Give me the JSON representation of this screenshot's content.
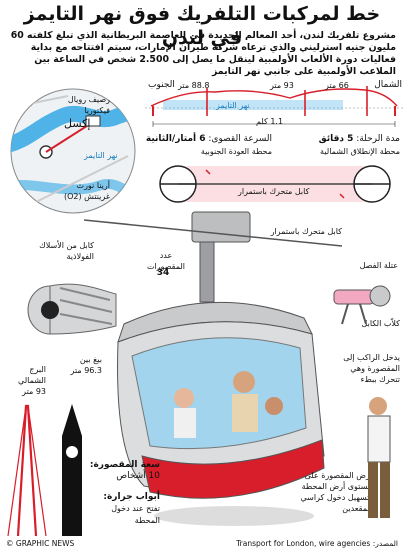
{
  "title": "خط لمركبات التلفريك فوق نهر التايمز في لندن",
  "intro": "مشروع تلفريك لندن، أحد المعالم الجديدة في العاصمة البريطانية الذي تبلغ كلفته 60 مليون جنيه استرليني والذي ترعاه شركة طيران الإمارات، سيتم افتتاحه مع بداية فعاليات دورة الألعاب الأولمبية لينقل ما يصل إلى 2.500 شخص في الساعة بين الملاعب الأولمبية على جانبي نهر التايمز",
  "profile": {
    "north": "الشمال",
    "south": "الجنوب",
    "h1": "66 متر",
    "h2": "93 متر",
    "h3": "88.8 متر",
    "river": "نهر التايمز",
    "length": "1.1 كلم"
  },
  "map": {
    "royal_victoria": "رصيف رويال فيكتوريا",
    "excel": "إكسل",
    "river": "نهر التايمز",
    "north_greenwich": "أرينا نورث غرينتش (O2)"
  },
  "stations": {
    "trip_time_label": "مدة الرحلة:",
    "trip_time_value": "5 دقائق",
    "north_station": "محطة الإنطلاق الشمالية",
    "max_speed_label": "السرعة القصوى:",
    "max_speed_value": "6 أمتار/الثانية",
    "south_station": "محطة العودة الجنوبية",
    "moving_cable": "كابل متحرك باستمرار"
  },
  "parts": {
    "cable_moving": "كابل متحرك باستمرار",
    "steel_cable": "كابل من الأسلاك الفولاذية",
    "cabin_count_label": "عدد المقصورات",
    "cabin_count_value": "34",
    "clutch": "عتلة الفصل",
    "cable_clamp": "كلاّب الكابل"
  },
  "landmarks": {
    "big_ben": "بيغ بين",
    "big_ben_h": "96.3 متر",
    "bt_tower": "البرج الشمالي",
    "bt_tower_h": "93 متر"
  },
  "cabin": {
    "capacity_label": "سعة المقصورة:",
    "capacity_value": "10 أشخاص",
    "doors_label": "أبواب جرارة:",
    "doors_value": "تفتح عند دخول المحطة",
    "rider_enters": "يدخل الراكب إلى المقصورة وهي تتحرك ببطء",
    "floor_note": "أرض المقصورة على مستوى أرض المحطة لتسهيل دخول كراسي المقعدين"
  },
  "footer": {
    "credit": "© GRAPHIC NEWS",
    "source_label": "المصدر:",
    "source": "Transport for London, wire agencies"
  },
  "colors": {
    "red": "#d81e2a",
    "blue": "#4fb3e8",
    "pink": "#f7c5cc",
    "gray": "#a7a9ac"
  }
}
